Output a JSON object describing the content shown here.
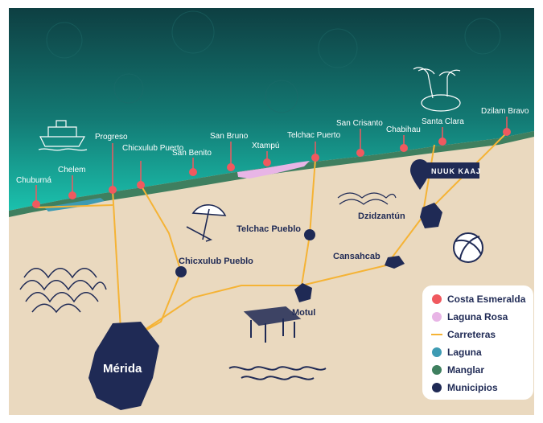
{
  "colors": {
    "sea_dark": "#0f4b4a",
    "sea_light": "#17b3a3",
    "sand": "#ead9bf",
    "costa_esmeralda": "#f0595f",
    "laguna_rosa": "#e8b5e6",
    "carreteras": "#f5b335",
    "laguna": "#3e9bb3",
    "manglar": "#3f7f5f",
    "municipios": "#1f2a55"
  },
  "coastal_towns": [
    "Chuburná",
    "Chelem",
    "Progreso",
    "Chicxulub Puerto",
    "San Benito",
    "San Bruno",
    "Xtampú",
    "Telchac Puerto",
    "San Crisanto",
    "Chabihau",
    "Santa Clara",
    "Dzilam Bravo"
  ],
  "municipalities": {
    "merida": "Mérida",
    "chicxulub_pueblo": "Chicxulub Pueblo",
    "telchac_pueblo": "Telchac Pueblo",
    "motul": "Motul",
    "cansahcab": "Cansahcab",
    "dzidzantun": "Dzidzantún"
  },
  "marker_label": "NUUK KAAJ",
  "legend": [
    {
      "label": "Costa Esmeralda",
      "icon": "red-dot-icon"
    },
    {
      "label": "Laguna Rosa",
      "icon": "pink-dot-icon"
    },
    {
      "label": "Carreteras",
      "icon": "road-line-icon"
    },
    {
      "label": "Laguna",
      "icon": "blue-dot-icon"
    },
    {
      "label": "Manglar",
      "icon": "green-dot-icon"
    },
    {
      "label": "Municipios",
      "icon": "navy-dot-icon"
    }
  ],
  "decorations": [
    "ship-icon",
    "island-palms-icon",
    "beach-umbrella-icon",
    "beach-ball-icon",
    "pier-icon",
    "wave-pattern-icon",
    "fingerprint-icon"
  ]
}
